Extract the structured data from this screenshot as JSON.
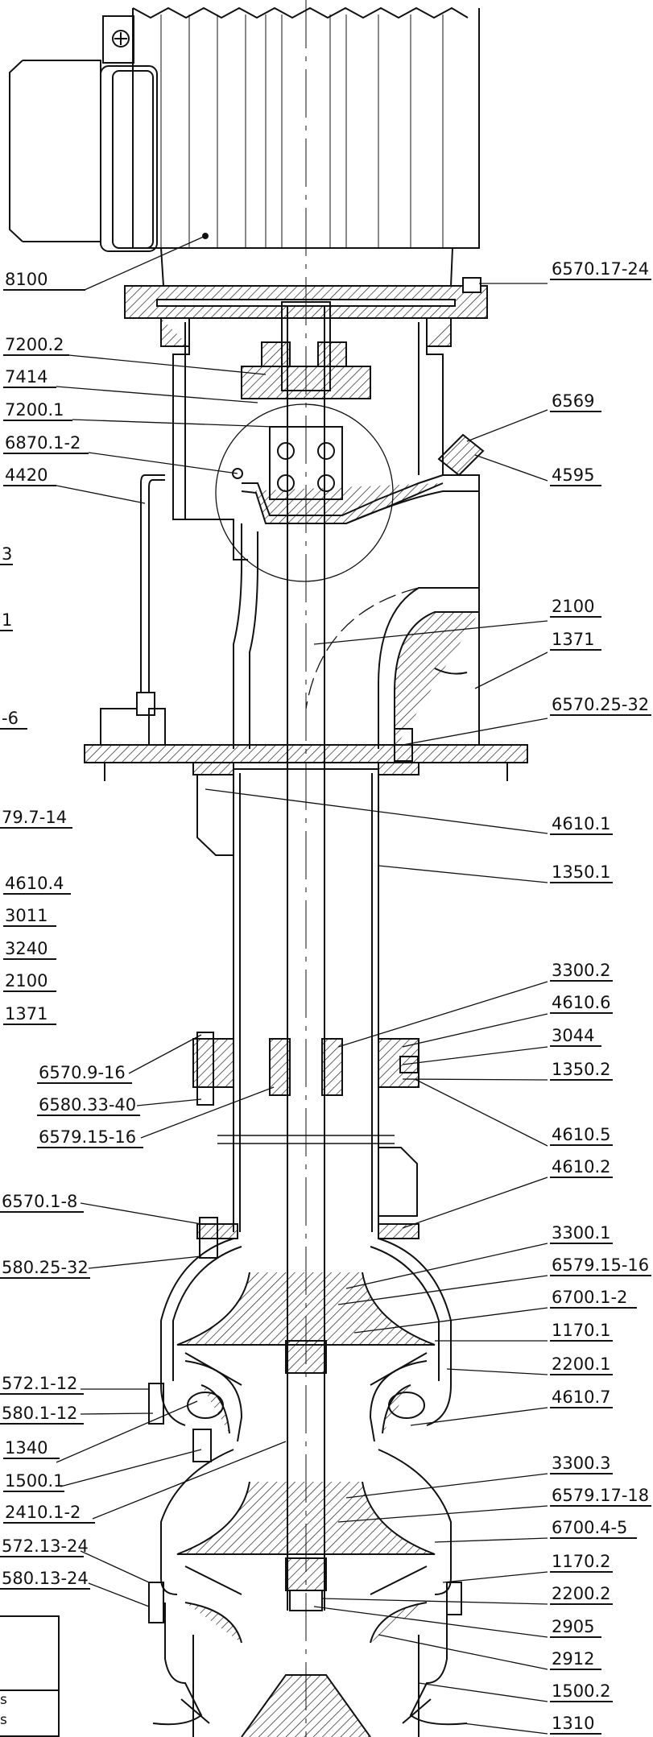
{
  "diagram": {
    "left_labels": [
      "8100",
      "7200.2",
      "7414",
      "7200.1",
      "6870.1-2",
      "4420",
      "3",
      "1",
      "-6",
      "79.7-14",
      "4610.4",
      "3011",
      "3240",
      "2100",
      "1371",
      "6570.9-16",
      "6580.33-40",
      "6579.15-16",
      "6570.1-8",
      "580.25-32",
      "572.1-12",
      "580.1-12",
      "1340",
      "1500.1",
      "2410.1-2",
      "572.13-24",
      "580.13-24"
    ],
    "right_labels": [
      "6570.17-24",
      "6569",
      "4595",
      "2100",
      "1371",
      "6570.25-32",
      "4610.1",
      "1350.1",
      "3300.2",
      "4610.6",
      "3044",
      "1350.2",
      "4610.5",
      "4610.2",
      "3300.1",
      "6579.15-16",
      "6700.1-2",
      "1170.1",
      "2200.1",
      "4610.7",
      "3300.3",
      "6579.17-18",
      "6700.4-5",
      "1170.2",
      "2200.2",
      "2905",
      "2912",
      "1500.2",
      "1310"
    ],
    "title_block": {
      "line1": "s",
      "line2": "s"
    }
  }
}
